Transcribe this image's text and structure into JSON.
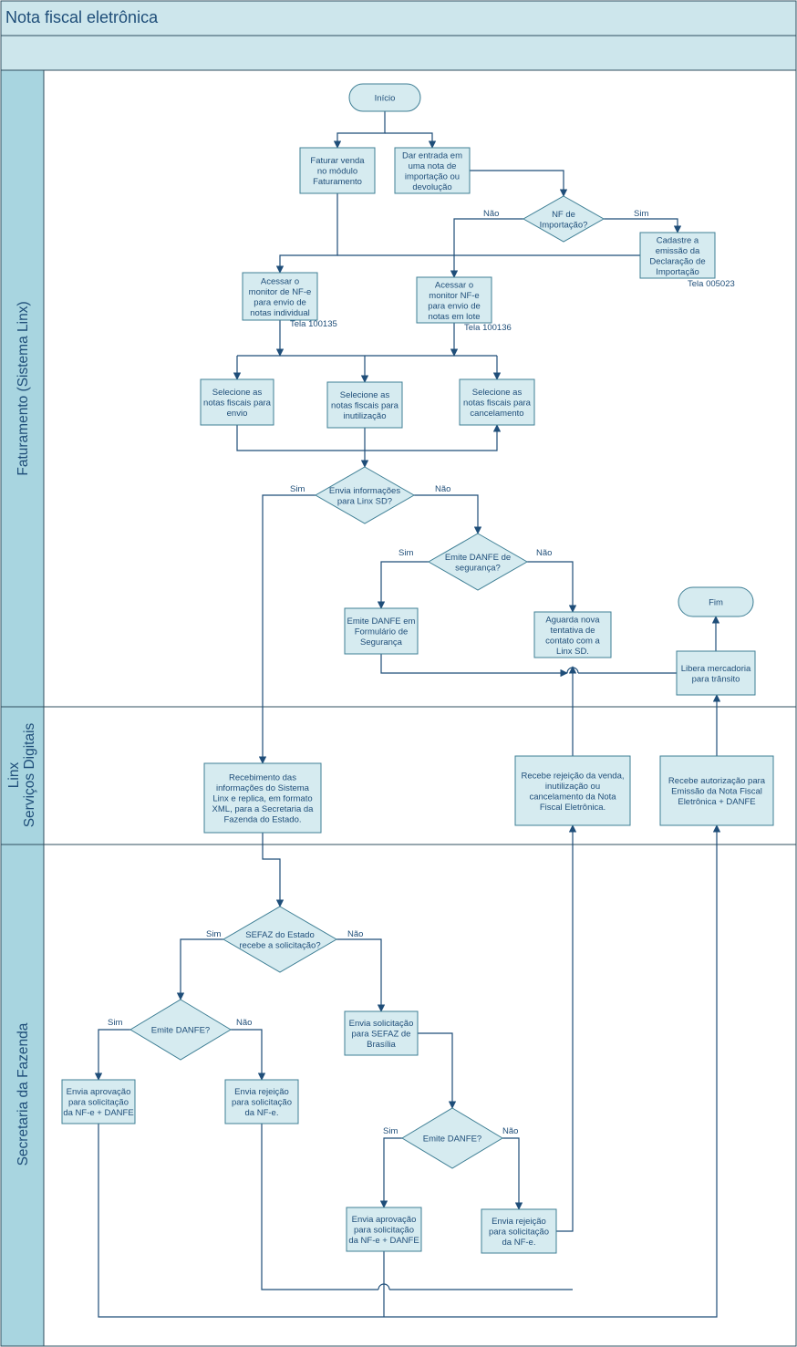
{
  "header": {
    "title": "Nota fiscal eletrônica",
    "subtitle": ""
  },
  "lanes": {
    "faturamento": "Faturamento (Sistema Linx)",
    "linx_line1": "Linx",
    "linx_line2": "Serviços Digitais",
    "secretaria": "Secretaria da Fazenda"
  },
  "nodes": {
    "inicio": {
      "lines": [
        "Início"
      ]
    },
    "faturar": {
      "lines": [
        "Faturar  venda",
        "no módulo",
        "Faturamento"
      ]
    },
    "dar_entrada": {
      "lines": [
        "Dar entrada em",
        "uma nota de",
        "importação ou",
        "devolução"
      ]
    },
    "nf_importacao": {
      "lines": [
        "NF de",
        "Importação?"
      ]
    },
    "cadastre": {
      "lines": [
        "Cadastre a",
        "emissão da",
        "Declaração de",
        "Importação"
      ]
    },
    "acessar_individual": {
      "lines": [
        "Acessar o",
        "monitor de NF-e",
        "para envio de",
        "notas individual"
      ]
    },
    "acessar_lote": {
      "lines": [
        "Acessar o",
        "monitor NF-e",
        "para envio de",
        "notas em lote"
      ]
    },
    "sel_envio": {
      "lines": [
        "Selecione as",
        "notas fiscais para",
        "envio"
      ]
    },
    "sel_inutilizacao": {
      "lines": [
        "Selecione as",
        "notas fiscais para",
        "inutilização"
      ]
    },
    "sel_cancelamento": {
      "lines": [
        "Selecione as",
        "notas fiscais para",
        "cancelamento"
      ]
    },
    "envia_info": {
      "lines": [
        "Envia informações",
        "para Linx SD?"
      ]
    },
    "emite_danfe_seg": {
      "lines": [
        "Emite DANFE de",
        "segurança?"
      ]
    },
    "emite_danfe_form": {
      "lines": [
        "Emite DANFE em",
        "Formulário de",
        "Segurança"
      ]
    },
    "aguarda": {
      "lines": [
        "Aguarda nova",
        "tentativa de",
        "contato com a",
        "Linx SD."
      ]
    },
    "fim": {
      "lines": [
        "Fim"
      ]
    },
    "libera": {
      "lines": [
        "Libera mercadoria",
        "para trânsito"
      ]
    },
    "recebimento": {
      "lines": [
        "Recebimento das",
        "informações do Sistema",
        "Linx e replica, em formato",
        "XML, para a Secretaria da",
        "Fazenda do Estado."
      ]
    },
    "recebe_rejeicao": {
      "lines": [
        "Recebe rejeição da venda,",
        "inutilização ou",
        "cancelamento da Nota",
        "Fiscal Eletrônica."
      ]
    },
    "recebe_autorizacao": {
      "lines": [
        "Recebe autorização para",
        "Emissão da Nota Fiscal",
        "Eletrônica + DANFE"
      ]
    },
    "sefaz_estado": {
      "lines": [
        "SEFAZ do Estado",
        "recebe a solicitação?"
      ]
    },
    "emite_danfe_1": {
      "lines": [
        "Emite DANFE?"
      ]
    },
    "envia_sefaz_brasilia": {
      "lines": [
        "Envia solicitação",
        "para SEFAZ de",
        "Brasília"
      ]
    },
    "envia_aprov_1": {
      "lines": [
        "Envia aprovação",
        "para solicitação",
        "da NF-e + DANFE"
      ]
    },
    "envia_rej_1": {
      "lines": [
        "Envia rejeição",
        "para solicitação",
        "da NF-e."
      ]
    },
    "emite_danfe_2": {
      "lines": [
        "Emite DANFE?"
      ]
    },
    "envia_aprov_2": {
      "lines": [
        "Envia aprovação",
        "para solicitação",
        "da NF-e + DANFE"
      ]
    },
    "envia_rej_2": {
      "lines": [
        "Envia rejeição",
        "para solicitação",
        "da NF-e."
      ]
    }
  },
  "edge_labels": {
    "nf_nao": "Não",
    "nf_sim": "Sim",
    "tela_005023": "Tela 005023",
    "tela_100135": "Tela 100135",
    "tela_100136": "Tela 100136",
    "info_sim": "Sim",
    "info_nao": "Não",
    "seg_sim": "Sim",
    "seg_nao": "Não",
    "sefaz_sim": "Sim",
    "sefaz_nao": "Não",
    "danfe1_sim": "Sim",
    "danfe1_nao": "Não",
    "danfe2_sim": "Sim",
    "danfe2_nao": "Não"
  },
  "colors": {
    "band": "#cde6ec",
    "box_fill": "#d6ebf0",
    "box_stroke": "#3f7f95",
    "line": "#1f4e79",
    "lane_label_fill": "#a8d5e0",
    "text": "#1f4e79"
  }
}
